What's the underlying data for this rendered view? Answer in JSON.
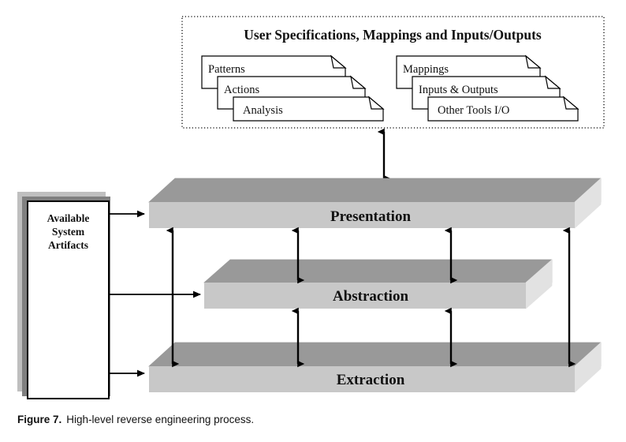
{
  "figure": {
    "caption_label": "Figure 7.",
    "caption_text": "High-level reverse engineering process.",
    "spec_panel": {
      "title": "User Specifications, Mappings and Inputs/Outputs",
      "border_style": "dotted",
      "left_stack": [
        {
          "label": "Patterns"
        },
        {
          "label": "Actions"
        },
        {
          "label": "Analysis"
        }
      ],
      "right_stack": [
        {
          "label": "Mappings"
        },
        {
          "label": "Inputs & Outputs"
        },
        {
          "label": "Other Tools I/O"
        }
      ]
    },
    "artifacts_box": {
      "line1": "Available",
      "line2": "System",
      "line3": "Artifacts"
    },
    "layers": [
      {
        "label": "Presentation"
      },
      {
        "label": "Abstraction"
      },
      {
        "label": "Extraction"
      }
    ],
    "colors": {
      "box_top_face": "#999999",
      "box_front_face": "#c8c8c8",
      "box_side_face": "#e2e2e2",
      "stroke": "#000000",
      "stack_shadow_dark": "#808080",
      "stack_shadow_light": "#bfbfbf",
      "background": "#ffffff"
    }
  }
}
